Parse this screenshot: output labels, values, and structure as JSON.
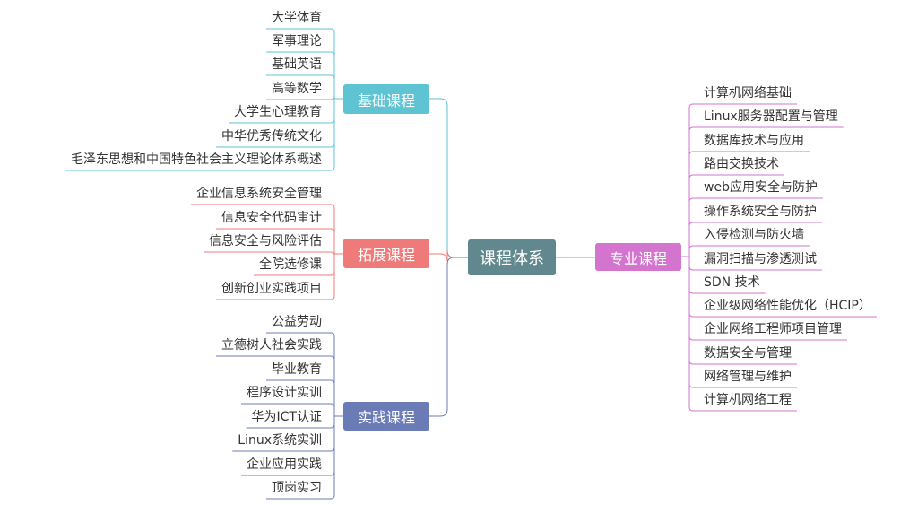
{
  "root": {
    "label": "课程体系",
    "color": "#62888F"
  },
  "branches": [
    {
      "key": "basic",
      "label": "基础课程",
      "color": "#5EC3D3",
      "leaves": [
        "大学体育",
        "军事理论",
        "基础英语",
        "高等数学",
        "大学生心理教育",
        "中华优秀传统文化",
        "毛泽东思想和中国特色社会主义理论体系概述"
      ]
    },
    {
      "key": "ext",
      "label": "拓展课程",
      "color": "#EF7A7A",
      "leaves": [
        "企业信息系统安全管理",
        "信息安全代码审计",
        "信息安全与风险评估",
        "全院选修课",
        "创新创业实践项目"
      ]
    },
    {
      "key": "practice",
      "label": "实践课程",
      "color": "#6B7BB5",
      "leaves": [
        "公益劳动",
        "立德树人社会实践",
        "毕业教育",
        "程序设计实训",
        "华为ICT认证",
        "Linux系统实训",
        "企业应用实践",
        "顶岗实习"
      ]
    },
    {
      "key": "major",
      "label": "专业课程",
      "color": "#D375CF",
      "leaves": [
        "计算机网络基础",
        "Linux服务器配置与管理",
        "数据库技术与应用",
        "路由交换技术",
        "web应用安全与防护",
        "操作系统安全与防护",
        "入侵检测与防火墙",
        "漏洞扫描与渗透测试",
        "SDN 技术",
        "企业级网络性能优化（HCIP）",
        "企业网络工程师项目管理",
        "数据安全与管理",
        "网络管理与维护",
        "计算机网络工程"
      ]
    }
  ]
}
